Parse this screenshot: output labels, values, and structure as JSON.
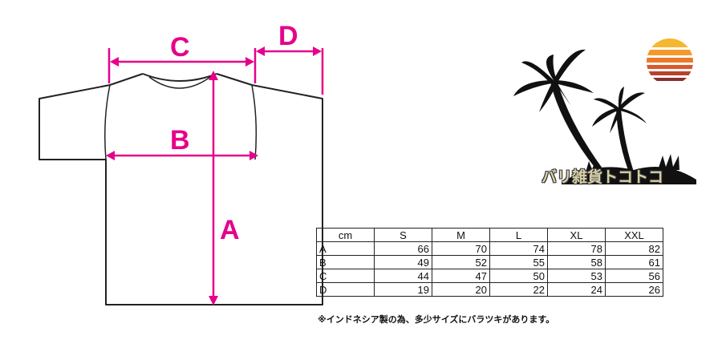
{
  "colors": {
    "measure": "#e6008a",
    "outline": "#222222",
    "palm": "#111111",
    "sun_stripes": [
      "#f6b730",
      "#f39a2c",
      "#ea7a2a",
      "#d85a2c",
      "#b8422e",
      "#8a2f2e"
    ]
  },
  "diagram": {
    "labels": {
      "a": "A",
      "b": "B",
      "c": "C",
      "d": "D"
    }
  },
  "logo": {
    "text": "バリ雑貨トコトコ",
    "icons": [
      "palm-tree-icon",
      "sunset-icon"
    ]
  },
  "table": {
    "corner": "cm",
    "columns": [
      "S",
      "M",
      "L",
      "XL",
      "XXL"
    ],
    "rows": [
      {
        "label": "A",
        "values": [
          "66",
          "70",
          "74",
          "78",
          "82"
        ]
      },
      {
        "label": "B",
        "values": [
          "49",
          "52",
          "55",
          "58",
          "61"
        ]
      },
      {
        "label": "C",
        "values": [
          "44",
          "47",
          "50",
          "53",
          "56"
        ]
      },
      {
        "label": "D",
        "values": [
          "19",
          "20",
          "22",
          "24",
          "26"
        ]
      }
    ]
  },
  "note": "※インドネシア製の為、多少サイズにバラツキがあります。"
}
